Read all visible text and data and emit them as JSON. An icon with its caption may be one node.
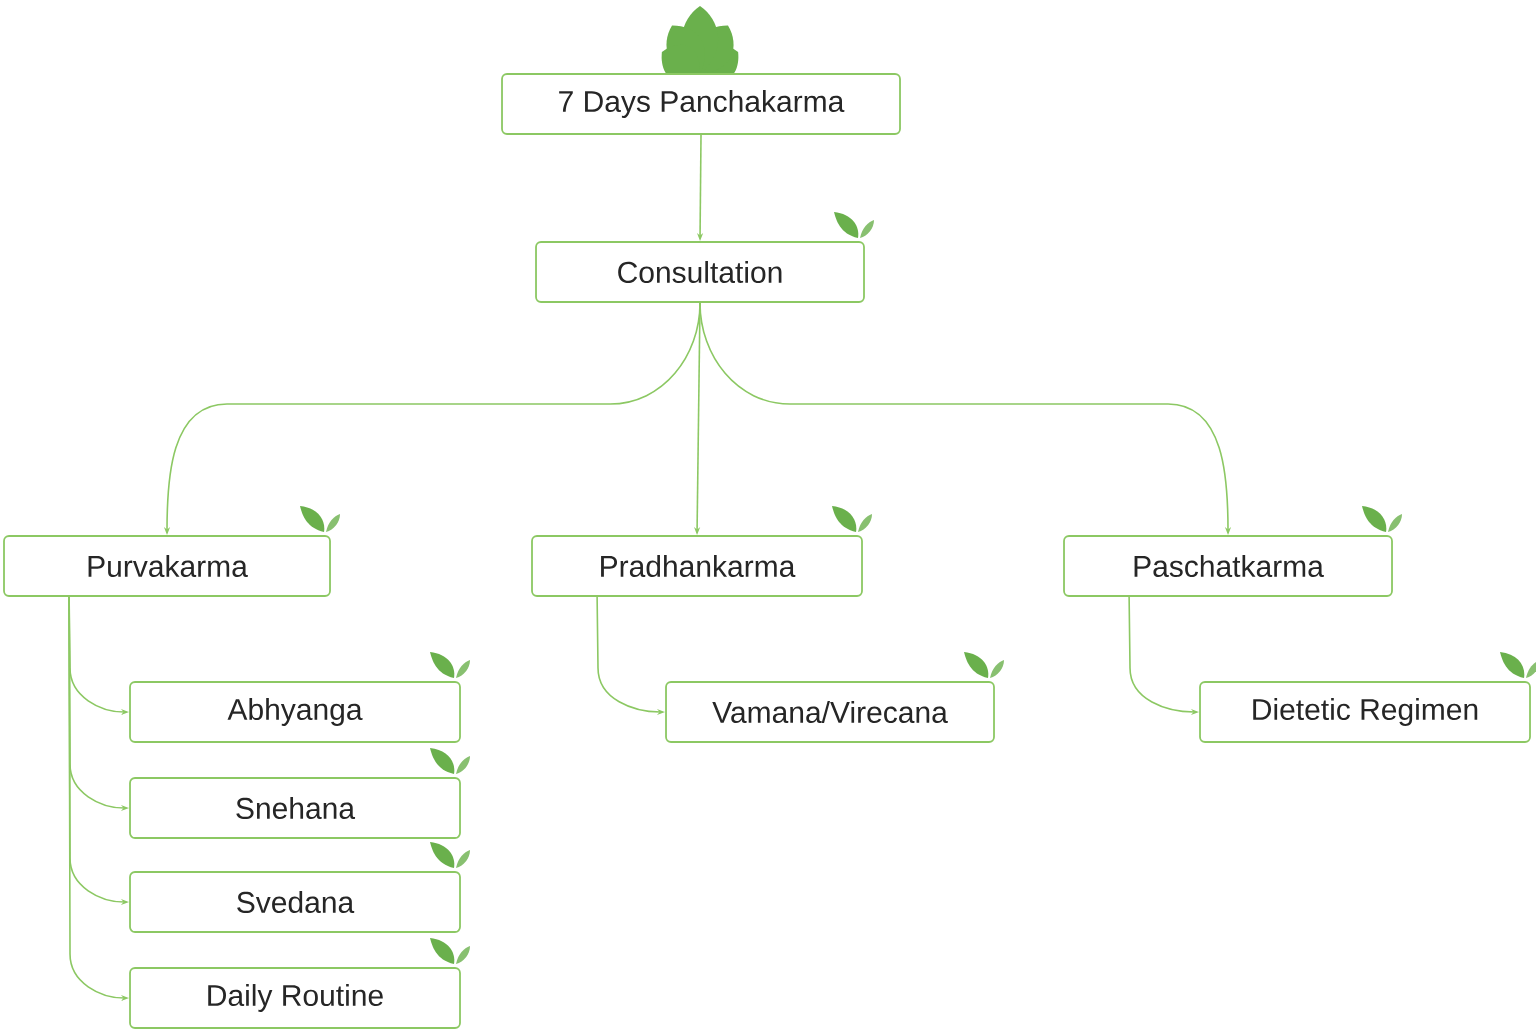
{
  "diagram": {
    "nodes": [
      {
        "text": [
          "7 Days Panchakarma"
        ]
      },
      {
        "text": [
          "Consultation"
        ]
      },
      {
        "text": [
          "Purvakarma"
        ]
      },
      {
        "text": [
          "Pradhankarma"
        ]
      },
      {
        "text": [
          "Paschatkarma"
        ]
      },
      {
        "text": [
          "Abhyanga"
        ]
      },
      {
        "text": [
          "Snehana"
        ]
      },
      {
        "text": [
          "Svedana"
        ]
      },
      {
        "text": [
          "Daily Routine"
        ]
      },
      {
        "text": [
          "Vamana/Virecana"
        ]
      },
      {
        "text": [
          "Dietetic Regimen"
        ]
      }
    ],
    "edges": [
      {
        "from": 0,
        "to": 1,
        "arrow": "to"
      },
      {
        "from": 1,
        "to": 2,
        "arrow": "to"
      },
      {
        "from": 1,
        "to": 3,
        "arrow": "to"
      },
      {
        "from": 1,
        "to": 4,
        "arrow": "to"
      },
      {
        "from": 2,
        "to": 5,
        "arrow": "to"
      },
      {
        "from": 2,
        "to": 6,
        "arrow": "to"
      },
      {
        "from": 2,
        "to": 7,
        "arrow": "to"
      },
      {
        "from": 2,
        "to": 8,
        "arrow": "to"
      },
      {
        "from": 3,
        "to": 9,
        "arrow": "to"
      },
      {
        "from": 4,
        "to": 10,
        "arrow": "to"
      }
    ]
  }
}
